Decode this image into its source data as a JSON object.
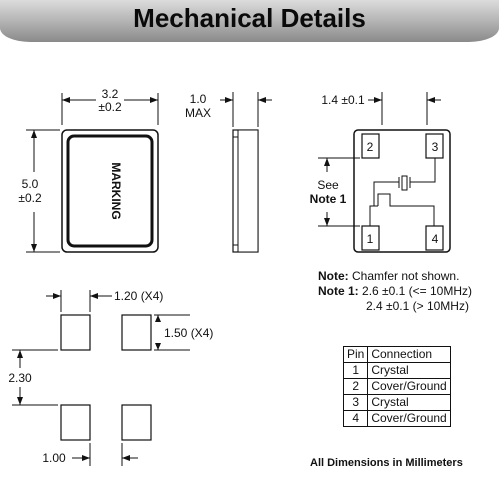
{
  "header": {
    "title": "Mechanical Details"
  },
  "top_view": {
    "width_dim": "3.2",
    "width_tol": "±0.2",
    "height_dim": "5.0",
    "height_tol": "±0.2",
    "marking": "MARKING"
  },
  "side_view": {
    "thickness": "1.0",
    "thickness_max": "MAX"
  },
  "bottom_view": {
    "pad_pitch": "1.4 ±0.1",
    "see_note_line1": "See",
    "see_note_line2": "Note 1",
    "pins": [
      "1",
      "2",
      "3",
      "4"
    ]
  },
  "notes": {
    "note_label": "Note:",
    "note_text": "Chamfer not shown.",
    "note1_label": "Note 1:",
    "note1_line1": "2.6 ±0.1 (<= 10MHz)",
    "note1_line2": "2.4 ±0.1 (> 10MHz)"
  },
  "land_pattern": {
    "pad_width": "1.20 (X4)",
    "pad_height": "1.50 (X4)",
    "row_pitch": "2.30",
    "col_gap": "1.00"
  },
  "pin_table": {
    "headers": [
      "Pin",
      "Connection"
    ],
    "rows": [
      {
        "pin": "1",
        "connection": "Crystal"
      },
      {
        "pin": "2",
        "connection": "Cover/Ground"
      },
      {
        "pin": "3",
        "connection": "Crystal"
      },
      {
        "pin": "4",
        "connection": "Cover/Ground"
      }
    ]
  },
  "footer": {
    "text": "All Dimensions in Millimeters"
  },
  "colors": {
    "outline": "#111111",
    "banner_dark": "#8a8a8a",
    "banner_light": "#dcdcdc"
  }
}
